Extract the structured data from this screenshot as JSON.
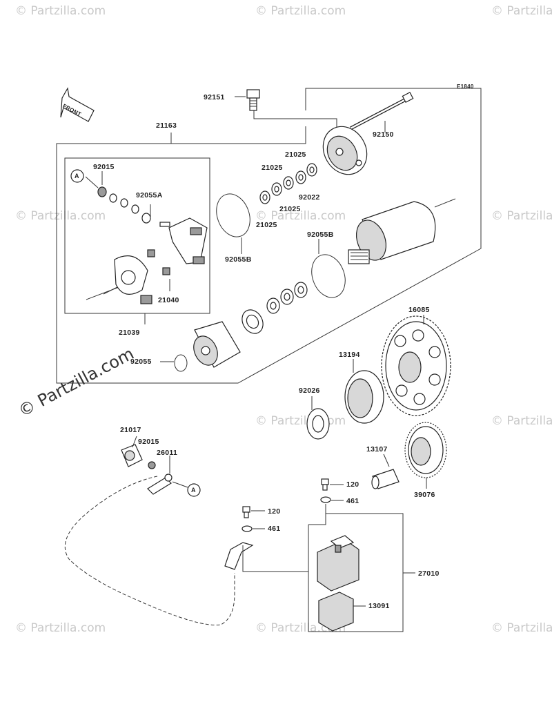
{
  "diagram": {
    "code": "E1840",
    "front_label": "FRONT",
    "ref_marker": "A",
    "watermark": "© Partzilla.com",
    "parts": {
      "p92151": "92151",
      "p21163": "21163",
      "p92150": "92150",
      "p21025_a": "21025",
      "p21025_b": "21025",
      "p21025_c": "21025",
      "p21025_d": "21025",
      "p92022": "92022",
      "p92015_top": "92015",
      "p92055A": "92055A",
      "p92055B_left": "92055B",
      "p92055B_right": "92055B",
      "p21040": "21040",
      "p21039": "21039",
      "p16085": "16085",
      "p92055": "92055",
      "p13194": "13194",
      "p92026": "92026",
      "p21017": "21017",
      "p92015_bot": "92015",
      "p26011": "26011",
      "p13107": "13107",
      "p120_a": "120",
      "p461_a": "461",
      "p39076": "39076",
      "p120_b": "120",
      "p461_b": "461",
      "p27010": "27010",
      "p13091": "13091"
    }
  }
}
